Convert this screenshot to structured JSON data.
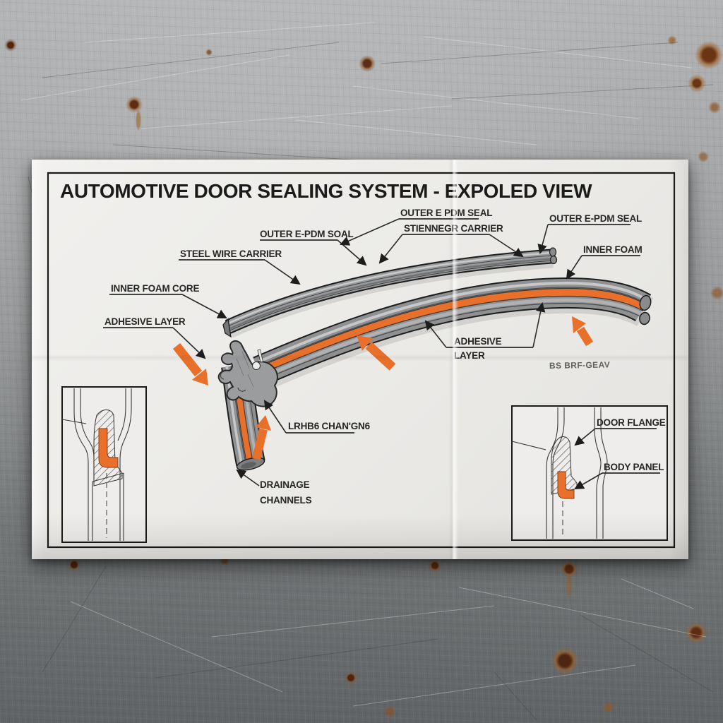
{
  "poster": {
    "title": "AUTOMOTIVE DOOR SEALING SYSTEM - EXPOLED VIEW",
    "labels": {
      "outer_epdm_soal": "OUTER E-PDM SOAL",
      "steel_wire_carrier": "STEEL WIRE CARRIER",
      "inner_foam_core": "INNER FOAM CORE",
      "adhesive_layer_left": "ADHESIVE LAYER",
      "outer_epdm_seal_top": "OUTER E PDM SEAL",
      "stiffener_carrier": "STIENNEGR CARRIER",
      "outer_epdm_seal_right": "OUTER E-PDM SEAL",
      "inner_foam": "INNER FOAM",
      "adhesive_line1": "ADHESIVE",
      "adhesive_line2": "LAYER",
      "note": "BS BRF-GEAV",
      "inner_channel": "LRHB6 CHAN'GN6",
      "drainage_line1": "DRAINAGE",
      "drainage_line2": "CHANNELS",
      "door_flange": "DOOR FLANGE",
      "body_panel": "BODY PANEL"
    },
    "colors": {
      "accent_orange": "#E8702A",
      "ink": "#1C1C1C",
      "paper": "#ECEBE8",
      "seal_gray": "#8F9092",
      "metal_gray": "#909293"
    }
  }
}
